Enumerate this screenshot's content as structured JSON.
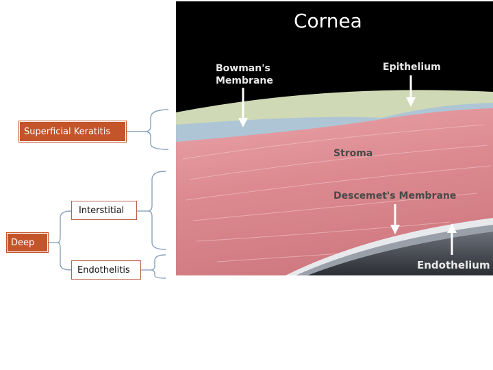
{
  "left_tree": {
    "superficial": "Superficial Keratitis",
    "interstitial": "Interstitial",
    "deep": "Deep",
    "endothelitis": "Endothelitis"
  },
  "cornea_illustration": {
    "title": "Cornea",
    "bowman_line1": "Bowman's",
    "bowman_line2": "Membrane",
    "epithelium": "Epithelium",
    "stroma": "Stroma",
    "descemet": "Descemet's Membrane",
    "endothelium": "Endothelium"
  },
  "colors": {
    "box_fill": "#c4542a",
    "box_border": "#b9604a",
    "connector": "#8aa2bd",
    "stroma": "#dc8a90",
    "epithelium": "#cfd9b6",
    "bowman": "#aec5d6",
    "background_dark": "#000000"
  }
}
